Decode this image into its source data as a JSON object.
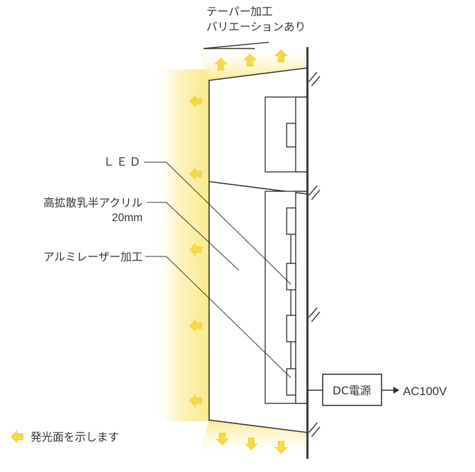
{
  "labels": {
    "taper_line1": "テーパー加工",
    "taper_line2": "バリエーションあり",
    "led": "ＬＥＤ",
    "acrylic_line1": "高拡散乳半アクリル",
    "acrylic_line2": "20mm",
    "aluminum": "アルミレーザー加工",
    "dc_power": "DC電源",
    "ac_input": "AC100V",
    "legend": "発光面を示します"
  },
  "colors": {
    "glow": "#fdf3a6",
    "arrow": "#f2d84a",
    "line": "#333333",
    "background": "#ffffff"
  }
}
